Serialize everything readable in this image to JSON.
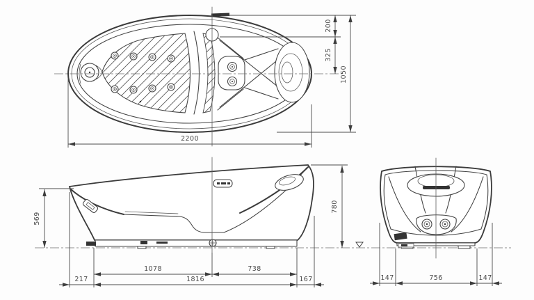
{
  "drawing": {
    "line_color": "#454545",
    "background": "#fdfdfd",
    "dimensions": {
      "plan": {
        "overall_length": "2200",
        "overall_width": "1050",
        "rim_to_pillow": "200",
        "pillow_to_centerline": "325"
      },
      "side": {
        "front_rim_height": "569",
        "overall_height": "780",
        "front_overhang": "217",
        "base_front_section": "1078",
        "base_rear_section": "738",
        "base_length": "1816",
        "rear_overhang": "167"
      },
      "end": {
        "left_overhang": "147",
        "base_width": "756",
        "right_overhang": "147"
      }
    }
  }
}
